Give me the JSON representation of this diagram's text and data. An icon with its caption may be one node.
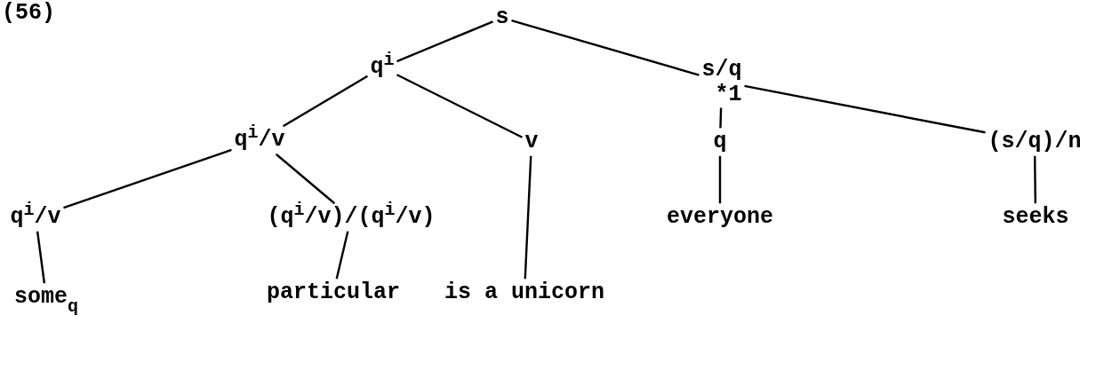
{
  "diagram": {
    "nodes": [
      {
        "text": [
          "s"
        ]
      },
      {
        "text": [
          "q$^{i}$"
        ]
      },
      {
        "text": [
          "s/q",
          "*1"
        ]
      },
      {
        "text": [
          "q$^{i}$/v"
        ]
      },
      {
        "text": [
          "v"
        ]
      },
      {
        "text": [
          "q"
        ]
      },
      {
        "text": [
          "(s/q)/n"
        ]
      },
      {
        "text": [
          "q$^{i}$/v"
        ]
      },
      {
        "text": [
          "(q$^{i}$/v)/(q$^{i}$/v)"
        ]
      },
      {
        "text": [
          "is a unicorn"
        ]
      },
      {
        "text": [
          "everyone"
        ]
      },
      {
        "text": [
          "seeks"
        ]
      },
      {
        "text": [
          "some$_{q}$"
        ]
      },
      {
        "text": [
          "particular"
        ]
      }
    ],
    "edges": [
      {
        "from": 0,
        "to": 1,
        "arrow": "none"
      },
      {
        "from": 0,
        "to": 2,
        "arrow": "none"
      },
      {
        "from": 1,
        "to": 3,
        "arrow": "none"
      },
      {
        "from": 1,
        "to": 4,
        "arrow": "none"
      },
      {
        "from": 2,
        "to": 5,
        "arrow": "none"
      },
      {
        "from": 2,
        "to": 6,
        "arrow": "none"
      },
      {
        "from": 3,
        "to": 7,
        "arrow": "none"
      },
      {
        "from": 3,
        "to": 8,
        "arrow": "none"
      },
      {
        "from": 4,
        "to": 9,
        "arrow": "none"
      },
      {
        "from": 5,
        "to": 10,
        "arrow": "none"
      },
      {
        "from": 6,
        "to": 11,
        "arrow": "none"
      },
      {
        "from": 7,
        "to": 12,
        "arrow": "none"
      },
      {
        "from": 8,
        "to": 13,
        "arrow": "none"
      }
    ],
    "labels": [
      "(56)"
    ]
  }
}
